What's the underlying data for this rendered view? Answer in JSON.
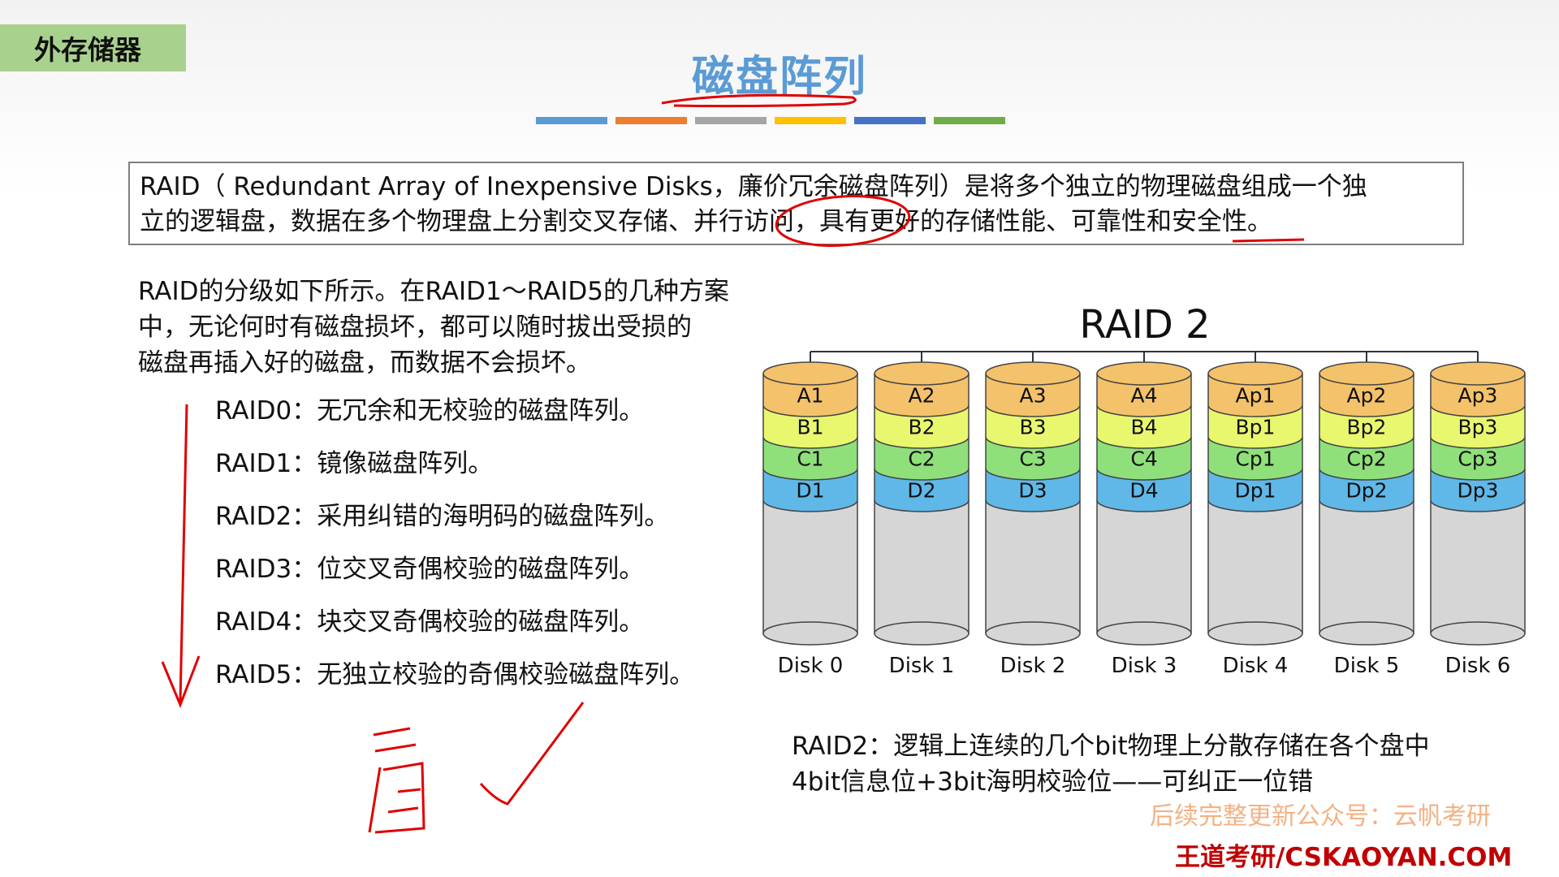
{
  "header": {
    "section_tag": "外存储器",
    "title": "磁盘阵列"
  },
  "colors": {
    "title": "#5b9bd5",
    "tag_bg": "#a9d18e",
    "bar": [
      "#5b9bd5",
      "#ed7d31",
      "#a5a5a5",
      "#ffc000",
      "#4472c4",
      "#70ad47"
    ],
    "row_a": "#f4c26b",
    "row_b": "#e8f76e",
    "row_c": "#8fe07a",
    "row_d": "#5fb8e8",
    "disk_body": "#d6d6d6",
    "watermark_orange": "#f4b183",
    "watermark_red": "#c00000",
    "ink_red": "#e00000"
  },
  "definition": {
    "line1": "RAID（ Redundant Array of Inexpensive Disks，廉价冗余磁盘阵列）是将多个独立的物理磁盘组成一个独",
    "line2": "立的逻辑盘，数据在多个物理盘上分割交叉存储、并行访问，具有更好的存储性能、可靠性和安全性。"
  },
  "intro": {
    "line1": "RAID的分级如下所示。在RAID1～RAID5的几种方案",
    "line2": "中，无论何时有磁盘损坏，都可以随时拔出受损的",
    "line3": "磁盘再插入好的磁盘，而数据不会损坏。"
  },
  "levels": [
    "RAID0：无冗余和无校验的磁盘阵列。",
    "RAID1：镜像磁盘阵列。",
    "RAID2：采用纠错的海明码的磁盘阵列。",
    "RAID3：位交叉奇偶校验的磁盘阵列。",
    "RAID4：块交叉奇偶校验的磁盘阵列。",
    "RAID5：无独立校验的奇偶校验磁盘阵列。"
  ],
  "raid2": {
    "title": "RAID 2",
    "disks": [
      {
        "label": "Disk 0",
        "cells": [
          "A1",
          "B1",
          "C1",
          "D1"
        ]
      },
      {
        "label": "Disk 1",
        "cells": [
          "A2",
          "B2",
          "C2",
          "D2"
        ]
      },
      {
        "label": "Disk 2",
        "cells": [
          "A3",
          "B3",
          "C3",
          "D3"
        ]
      },
      {
        "label": "Disk 3",
        "cells": [
          "A4",
          "B4",
          "C4",
          "D4"
        ]
      },
      {
        "label": "Disk 4",
        "cells": [
          "Ap1",
          "Bp1",
          "Cp1",
          "Dp1"
        ]
      },
      {
        "label": "Disk 5",
        "cells": [
          "Ap2",
          "Bp2",
          "Cp2",
          "Dp2"
        ]
      },
      {
        "label": "Disk 6",
        "cells": [
          "Ap3",
          "Bp3",
          "Cp3",
          "Dp3"
        ]
      }
    ],
    "note_line1": "RAID2：逻辑上连续的几个bit物理上分散存储在各个盘中",
    "note_line2": "4bit信息位+3bit海明校验位——可纠正一位错"
  },
  "watermark": {
    "line1": "后续完整更新公众号：云帆考研",
    "line2": "王道考研/CSKAOYAN.COM"
  }
}
